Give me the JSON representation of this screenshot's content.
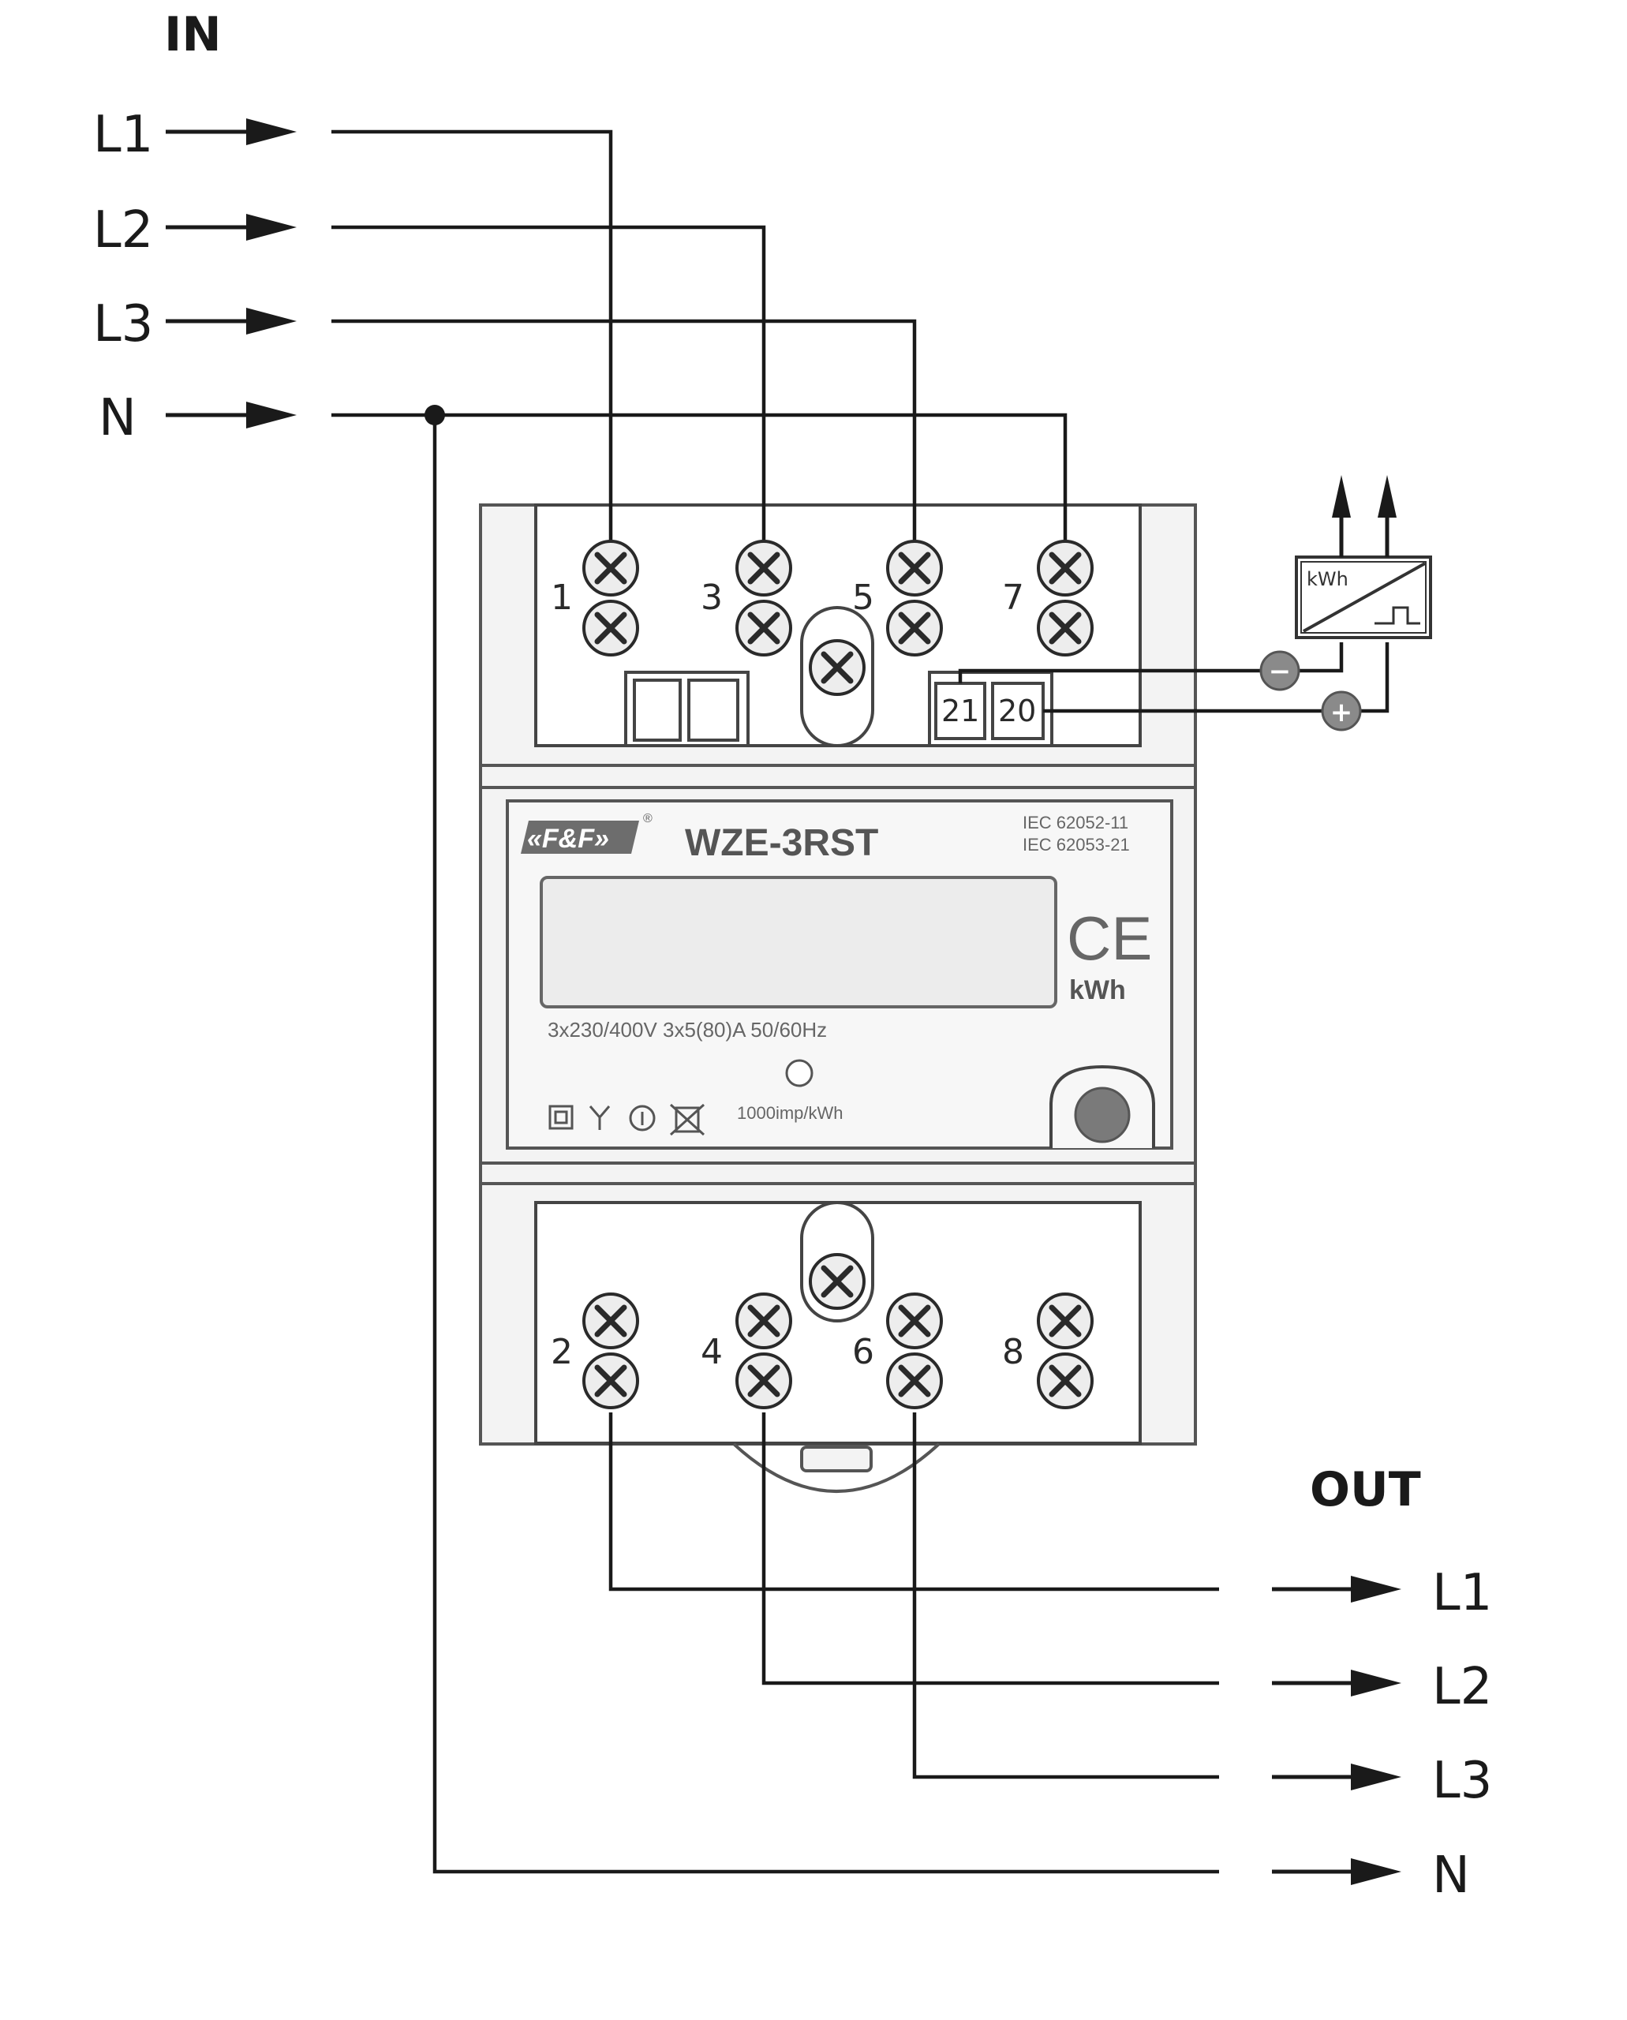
{
  "header_in": "IN",
  "header_out": "OUT",
  "inputs": [
    "L1",
    "L2",
    "L3",
    "N"
  ],
  "outputs": [
    "L1",
    "L2",
    "L3",
    "N"
  ],
  "top_terminals": [
    "1",
    "3",
    "5",
    "7"
  ],
  "bottom_terminals": [
    "2",
    "4",
    "6",
    "8"
  ],
  "pulse_terminals": [
    "21",
    "20"
  ],
  "meter": {
    "brand": "«F&F»",
    "registered_mark": "®",
    "model": "WZE-3RST",
    "standard_1": "IEC 62052-11",
    "standard_2": "IEC 62053-21",
    "ce_mark": "CE",
    "unit": "kWh",
    "rating": "3x230/400V  3x5(80)A  50/60Hz",
    "impulse": "1000imp/kWh"
  },
  "pulse_counter": {
    "label": "kWh",
    "minus": "−",
    "plus": "+"
  }
}
